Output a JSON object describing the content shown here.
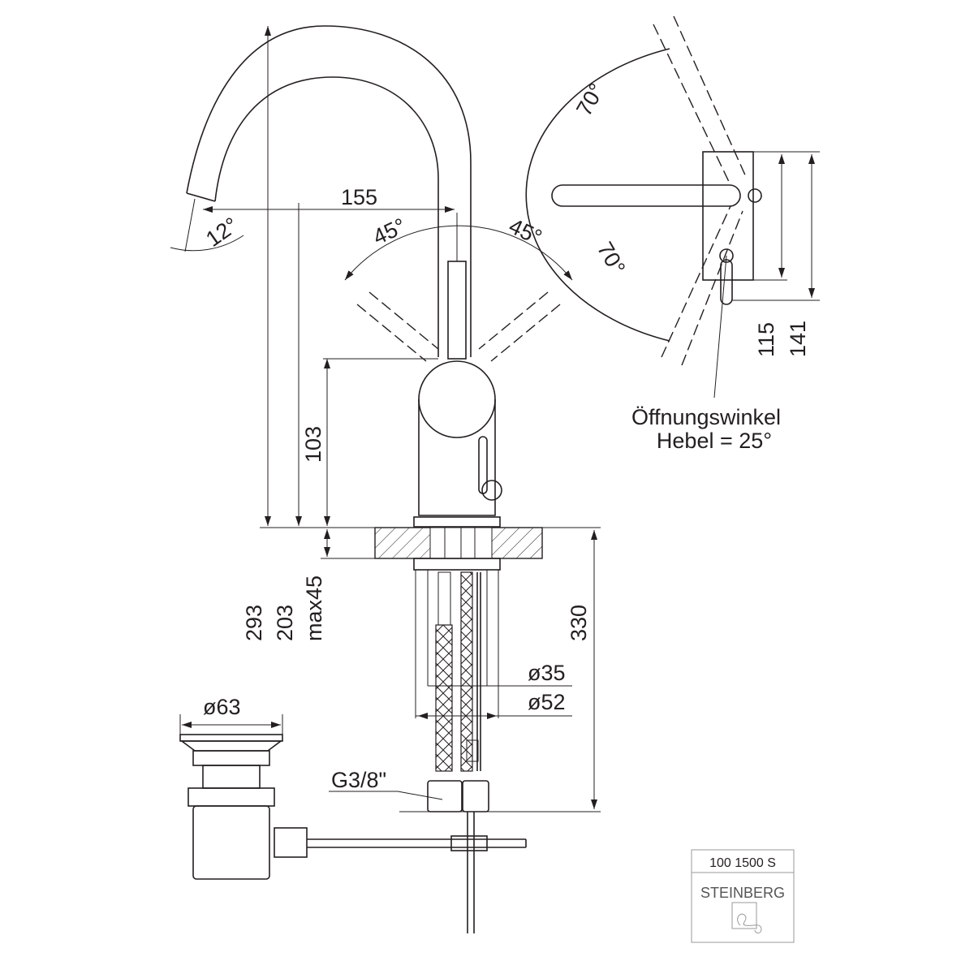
{
  "drawing": {
    "dimensions": {
      "reach": "155",
      "spout_angle": "12°",
      "lever_left_angle": "45°",
      "lever_right_angle": "45°",
      "side_up_angle": "70°",
      "side_down_angle": "70°",
      "body_height": "103",
      "total_height": "293",
      "spout_height": "203",
      "max_counter": "max45",
      "hose_length": "330",
      "dia_small": "ø35",
      "dia_large": "ø52",
      "drain_dia": "ø63",
      "thread": "G3/8\"",
      "side_height_1": "115",
      "side_height_2": "141"
    },
    "note_line1": "Öffnungswinkel",
    "note_line2": "Hebel = 25°"
  },
  "titleblock": {
    "article_number": "100 1500 S",
    "brand": "STEINBERG"
  },
  "colors": {
    "line": "#231f20",
    "logo": "#777777"
  }
}
